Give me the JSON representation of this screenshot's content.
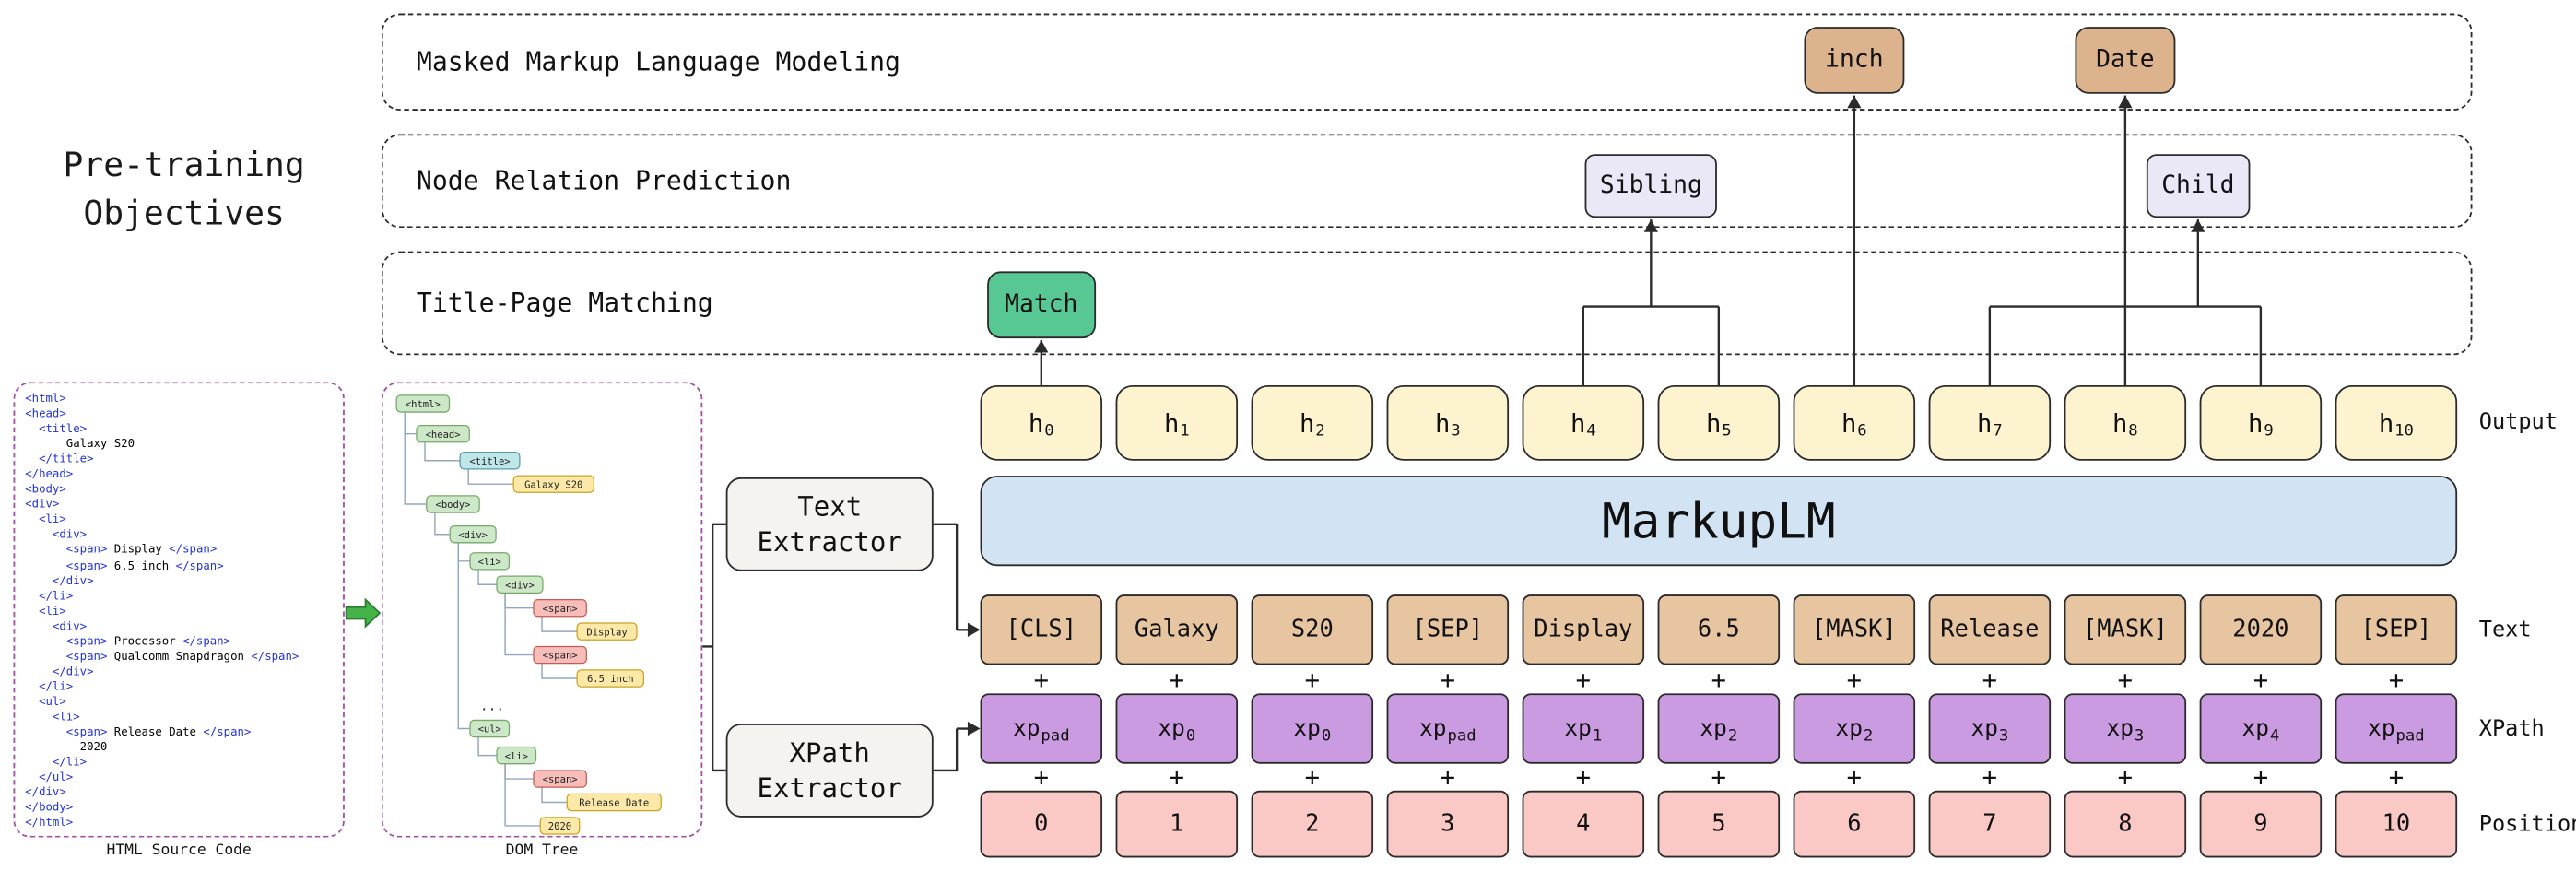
{
  "title": {
    "line1": "Pre-training",
    "line2": "Objectives"
  },
  "objectives": {
    "mmlm": {
      "label": "Masked Markup Language Modeling",
      "predictions": [
        {
          "text": "inch",
          "col": 6
        },
        {
          "text": "Date",
          "col": 8
        }
      ]
    },
    "nrp": {
      "label": "Node Relation Prediction",
      "relations": [
        {
          "text": "Sibling",
          "from_cols": [
            4,
            5
          ]
        },
        {
          "text": "Child",
          "from_cols": [
            7,
            9
          ]
        }
      ]
    },
    "tpm": {
      "label": "Title-Page Matching",
      "result": {
        "text": "Match",
        "col": 0
      }
    }
  },
  "model": {
    "name": "MarkupLM"
  },
  "rows": {
    "output": {
      "label": "Output",
      "base": "h",
      "subs": [
        "0",
        "1",
        "2",
        "3",
        "4",
        "5",
        "6",
        "7",
        "8",
        "9",
        "10"
      ]
    },
    "text": {
      "label": "Text",
      "tokens": [
        "[CLS]",
        "Galaxy",
        "S20",
        "[SEP]",
        "Display",
        "6.5",
        "[MASK]",
        "Release",
        "[MASK]",
        "2020",
        "[SEP]"
      ]
    },
    "xpath": {
      "label": "XPath",
      "base": "xp",
      "subs": [
        "pad",
        "0",
        "0",
        "pad",
        "1",
        "2",
        "2",
        "3",
        "3",
        "4",
        "pad"
      ]
    },
    "position": {
      "label": "Position",
      "tokens": [
        "0",
        "1",
        "2",
        "3",
        "4",
        "5",
        "6",
        "7",
        "8",
        "9",
        "10"
      ]
    }
  },
  "plus": "+",
  "extractors": {
    "text_label": "Text Extractor",
    "xpath_label": "XPath Extractor"
  },
  "html_panel": {
    "caption": "HTML Source Code",
    "code_lines": [
      "<html>",
      "<head>",
      "  <title>",
      "      Galaxy S20",
      "  </title>",
      "</head>",
      "<body>",
      "<div>",
      "  <li>",
      "    <div>",
      "      <span> Display </span>",
      "      <span> 6.5 inch </span>",
      "    </div>",
      "  </li>",
      "  <li>",
      "    <div>",
      "      <span> Processor </span>",
      "      <span> Qualcomm Snapdragon </span>",
      "    </div>",
      "  </li>",
      "  <ul>",
      "    <li>",
      "      <span> Release Date </span>",
      "        2020",
      "    </li>",
      "  </ul>",
      "</div>",
      "</body>",
      "</html>"
    ]
  },
  "dom_panel": {
    "caption": "DOM Tree",
    "ellipsis": "...",
    "nodes": [
      {
        "label": "<html>",
        "kind": "tag"
      },
      {
        "label": "<head>",
        "kind": "tag"
      },
      {
        "label": "<title>",
        "kind": "title"
      },
      {
        "label": "Galaxy S20",
        "kind": "leaf"
      },
      {
        "label": "<body>",
        "kind": "tag"
      },
      {
        "label": "<div>",
        "kind": "tag"
      },
      {
        "label": "<li>",
        "kind": "tag"
      },
      {
        "label": "<div>",
        "kind": "tag"
      },
      {
        "label": "<span>",
        "kind": "span"
      },
      {
        "label": "Display",
        "kind": "leaf"
      },
      {
        "label": "<span>",
        "kind": "span"
      },
      {
        "label": "6.5 inch",
        "kind": "leaf"
      },
      {
        "label": "...",
        "kind": "ellipsis"
      },
      {
        "label": "<ul>",
        "kind": "tag"
      },
      {
        "label": "<li>",
        "kind": "tag"
      },
      {
        "label": "<span>",
        "kind": "span"
      },
      {
        "label": "Release Date",
        "kind": "leaf"
      },
      {
        "label": "2020",
        "kind": "leaf"
      }
    ],
    "kind_colors": {
      "tag": {
        "fill": "#cde8c8",
        "stroke": "#76a968"
      },
      "title": {
        "fill": "#bfe6e8",
        "stroke": "#5a9aa8"
      },
      "leaf": {
        "fill": "#fce9a8",
        "stroke": "#c9a227"
      },
      "span": {
        "fill": "#f6bdb9",
        "stroke": "#c65a52"
      }
    }
  },
  "colors": {
    "output_fill": "#fdf3cf",
    "model_fill": "#d2e3f4",
    "text_fill": "#e6c5a0",
    "xpath_fill": "#cb9be2",
    "position_fill": "#fac9c6",
    "masked_fill": "#dcb38c",
    "relation_fill": "#eae8f6",
    "match_fill": "#57c894",
    "extractor_fill": "#f4f3f0",
    "panel_border": "#a64dab",
    "arrow_green": "#44b449",
    "line_color": "#2b2b2b"
  }
}
